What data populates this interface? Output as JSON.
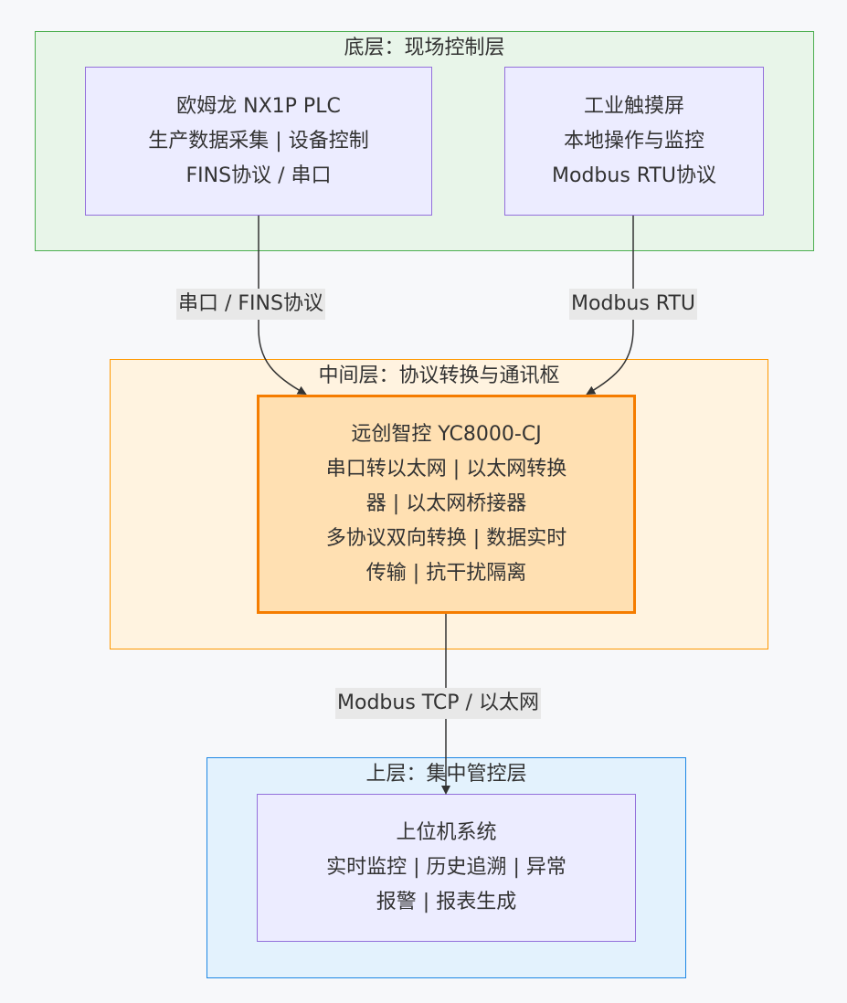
{
  "colors": {
    "background": "#f7f8fa",
    "bottom_layer_fill": "#e8f5e9",
    "bottom_layer_border": "#4caf50",
    "middle_layer_fill": "#fff3e0",
    "middle_layer_border": "#ff9800",
    "top_layer_fill": "#e3f2fd",
    "top_layer_border": "#1e88e5",
    "node_fill": "#ececff",
    "node_border": "#9370db",
    "gateway_fill": "#ffe0b2",
    "gateway_border": "#f57c00",
    "edge_stroke": "#333333",
    "edge_label_bg": "#e8e8e8"
  },
  "bottom_layer": {
    "title": "底层：现场控制层",
    "plc": {
      "line1": "欧姆龙 NX1P PLC",
      "line2": "生产数据采集 | 设备控制",
      "line3": "FINS协议 / 串口"
    },
    "hmi": {
      "line1": "工业触摸屏",
      "line2": "本地操作与监控",
      "line3": "Modbus RTU协议"
    }
  },
  "middle_layer": {
    "title": "中间层：协议转换与通讯枢",
    "gateway": {
      "line1": "远创智控 YC8000-CJ",
      "line2": "串口转以太网 | 以太网转换",
      "line3": "器 | 以太网桥接器",
      "line4": "多协议双向转换 | 数据实时",
      "line5": "传输 | 抗干扰隔离"
    }
  },
  "top_layer": {
    "title": "上层：集中管控层",
    "scada": {
      "line1": "上位机系统",
      "line2": "实时监控 | 历史追溯 | 异常",
      "line3": "报警 | 报表生成"
    }
  },
  "edges": {
    "plc_to_gateway": "串口 / FINS协议",
    "hmi_to_gateway": "Modbus RTU",
    "gateway_to_scada": "Modbus TCP / 以太网"
  }
}
